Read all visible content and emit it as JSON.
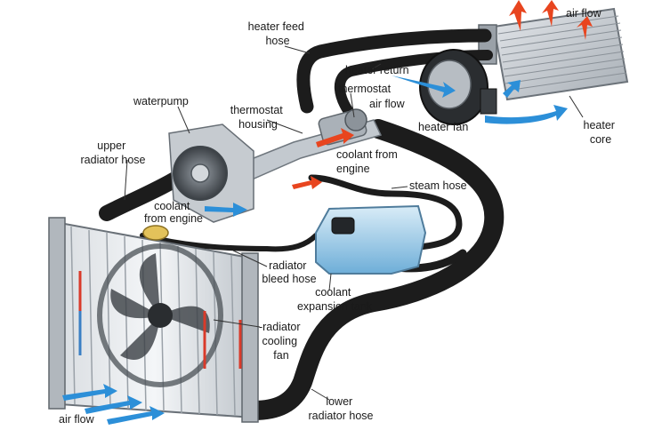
{
  "colors": {
    "hose": "#1c1c1c",
    "hose_highlight": "#555555",
    "metal": "#b9bfc6",
    "metal_dark": "#7d858d",
    "hot_arrow": "#e8451f",
    "cool_arrow": "#2c8fd8",
    "tank": "#8fc4e6",
    "background": "#ffffff"
  },
  "labels": {
    "heater_feed_hose": [
      "heater feed",
      "hose"
    ],
    "air_flow_top": "air flow",
    "heater_return": "heater return",
    "thermostat": "thermostat",
    "air_flow_mid": "air flow",
    "heater_fan": "heater fan",
    "heater_core": [
      "heater",
      "core"
    ],
    "waterpump": "waterpump",
    "thermostat_housing": [
      "thermostat",
      "housing"
    ],
    "coolant_from_engine_right": [
      "coolant from",
      "engine"
    ],
    "upper_radiator_hose": [
      "upper",
      "radiator hose"
    ],
    "steam_hose": "steam hose",
    "coolant_from_engine_left": [
      "coolant",
      "from engine"
    ],
    "radiator_bleed_hose": [
      "radiator",
      "bleed hose"
    ],
    "coolant_expansion_tank": [
      "coolant",
      "expansion tank"
    ],
    "radiator_cooling_fan": [
      "-radiator",
      "cooling",
      "fan"
    ],
    "lower_radiator_hose": [
      "lower",
      "radiator hose"
    ],
    "air_flow_bottom": "air flow"
  }
}
